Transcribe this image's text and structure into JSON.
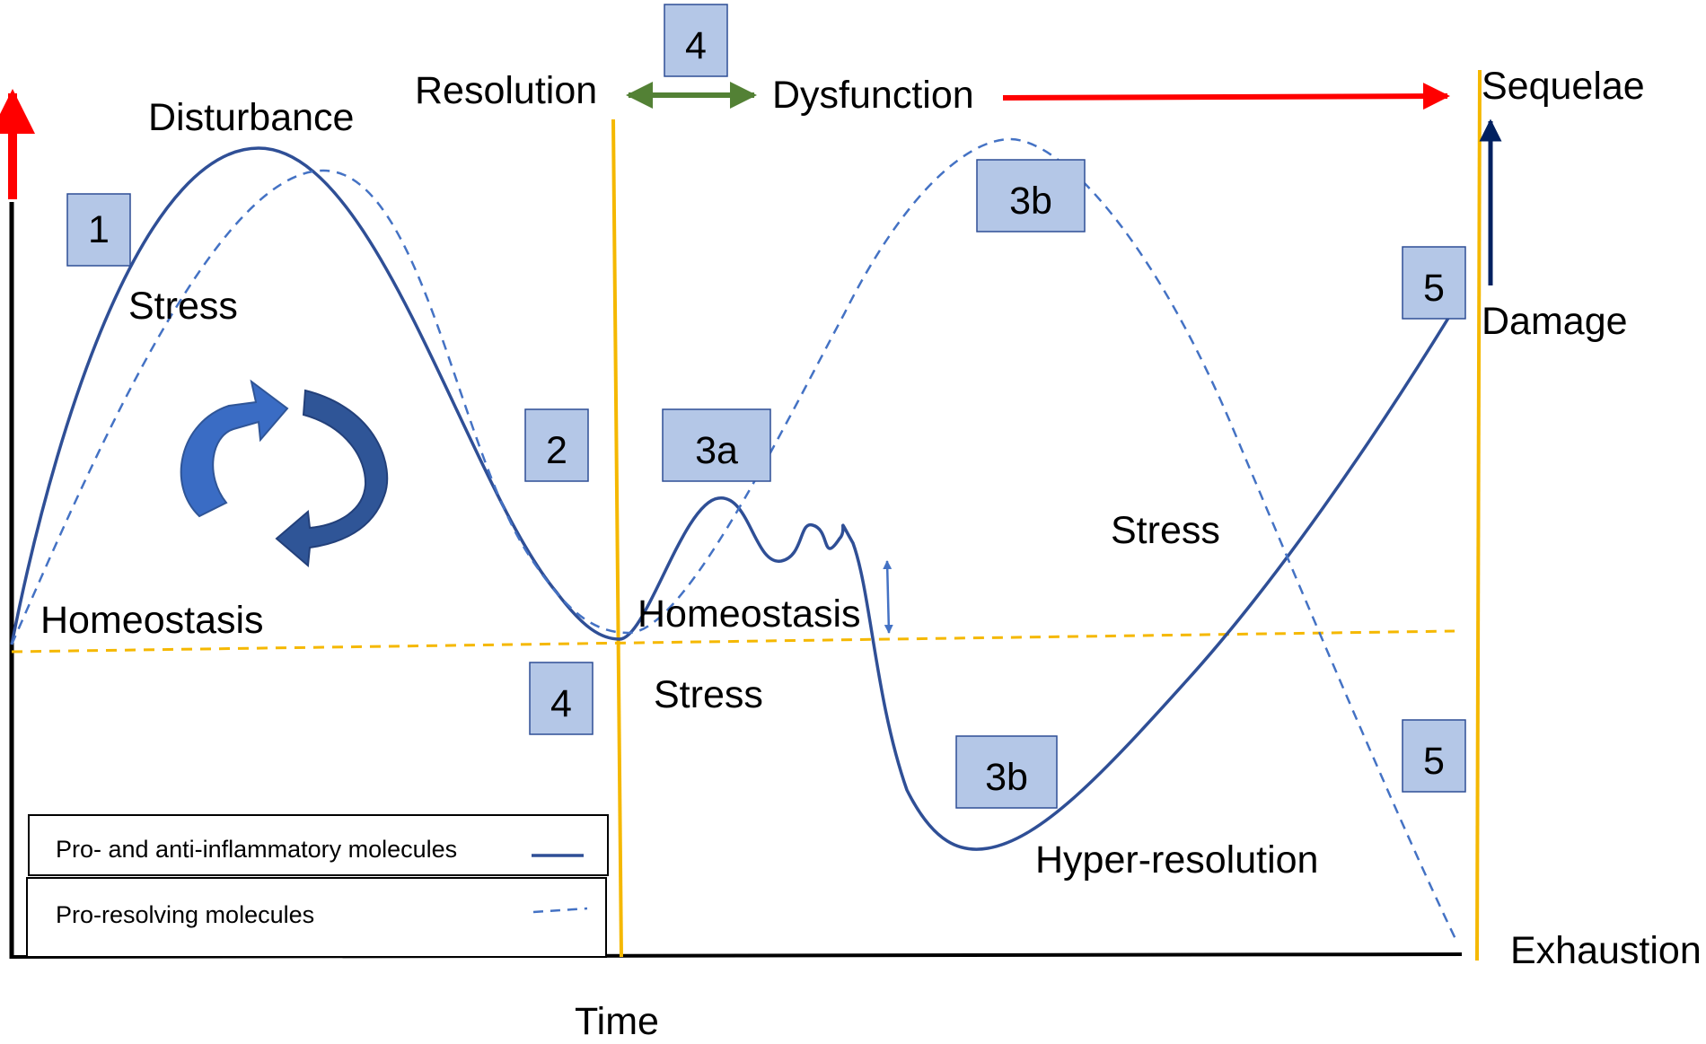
{
  "labels": {
    "disturbance": "Disturbance",
    "stress_1": "Stress",
    "homeostasis_1": "Homeostasis",
    "resolution": "Resolution",
    "dysfunction": "Dysfunction",
    "homeostasis_2": "Homeostasis",
    "stress_2": "Stress",
    "stress_3": "Stress",
    "hyper_resolution": "Hyper-resolution",
    "sequelae": "Sequelae",
    "damage": "Damage",
    "exhaustion": "Exhaustion",
    "time": "Time"
  },
  "boxes": {
    "b1": "1",
    "b2": "2",
    "b3a": "3a",
    "b3b_top": "3b",
    "b3b_bottom": "3b",
    "b4_top": "4",
    "b4_bottom": "4",
    "b5_top": "5",
    "b5_bottom": "5"
  },
  "legend": {
    "solid_label": "Pro- and anti-inflammatory molecules",
    "dashed_label": "Pro-resolving molecules"
  },
  "colors": {
    "curve": "#2f4f96",
    "phase_divider": "#f5b800",
    "box_fill": "#b4c7e7",
    "arrow_red": "#ff0000",
    "arrow_green": "#538135",
    "arrow_navy": "#002060",
    "cycle_arrows": "#3a6cc4"
  },
  "icons": [
    "cycle-arrows-icon",
    "up-arrow-icon",
    "double-arrow-icon"
  ]
}
